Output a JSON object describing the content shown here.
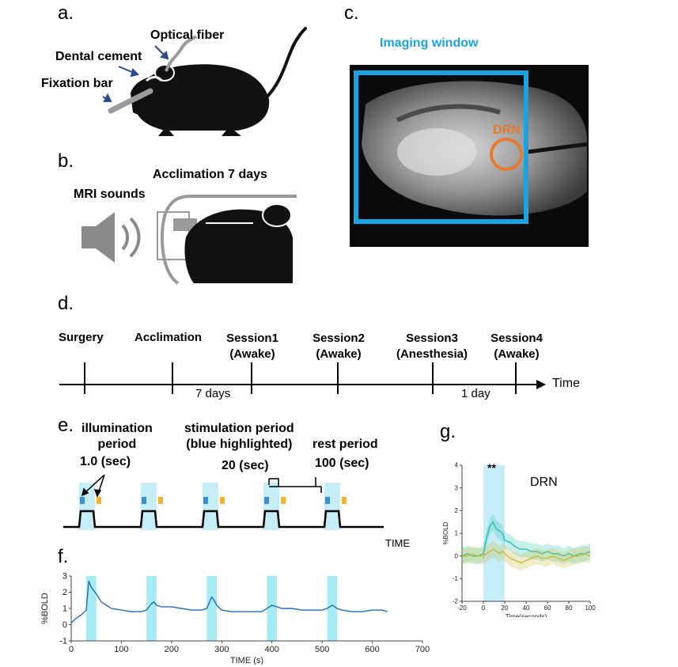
{
  "panels": {
    "a": {
      "letter": "a.",
      "labels": {
        "optical_fiber": "Optical fiber",
        "dental_cement": "Dental cement",
        "fixation_bar": "Fixation bar"
      }
    },
    "b": {
      "letter": "b.",
      "labels": {
        "acclimation": "Acclimation 7 days",
        "mri_sounds": "MRI sounds"
      }
    },
    "c": {
      "letter": "c.",
      "labels": {
        "imaging_window": "Imaging window",
        "drn": "DRN"
      }
    },
    "d": {
      "letter": "d.",
      "events": [
        {
          "line1": "Surgery",
          "line2": ""
        },
        {
          "line1": "Acclimation",
          "line2": ""
        },
        {
          "line1": "Session1",
          "line2": "(Awake)"
        },
        {
          "line1": "Session2",
          "line2": "(Awake)"
        },
        {
          "line1": "Session3",
          "line2": "(Anesthesia)"
        },
        {
          "line1": "Session4",
          "line2": "(Awake)"
        }
      ],
      "interval_7days": "7 days",
      "interval_1day": "1 day",
      "axis_label": "Time"
    },
    "e": {
      "letter": "e.",
      "illumination": {
        "line1": "illumination",
        "line2": "period",
        "value": "1.0 (sec)"
      },
      "stimulation": {
        "line1": "stimulation period",
        "line2": "(blue highlighted)",
        "value": "20 (sec)"
      },
      "rest": {
        "line1": "rest period",
        "value": "100 (sec)"
      },
      "axis_label": "TIME"
    },
    "f": {
      "letter": "f."
    },
    "g": {
      "letter": "g.",
      "region_label": "DRN",
      "significance": "**"
    }
  },
  "colors": {
    "highlight": "#a6ecf5",
    "trace_blue": "#1f6fb5",
    "trace_cyan": "#1fbfb0",
    "trace_yellow": "#c8b830",
    "window_blue": "#1aa3e0",
    "drn_orange": "#e8792d",
    "marker_blue": "#3a8fd0",
    "marker_yellow": "#f2b72e"
  },
  "chart_data": [
    {
      "type": "line",
      "panel": "f",
      "xlabel": "TIME (s)",
      "ylabel": "%BOLD",
      "xlim": [
        0,
        700
      ],
      "ylim": [
        -1,
        3
      ],
      "xticks": [
        0,
        100,
        200,
        300,
        400,
        500,
        600,
        700
      ],
      "yticks": [
        -1,
        0,
        1,
        2,
        3
      ],
      "stim_periods": [
        [
          30,
          50
        ],
        [
          150,
          170
        ],
        [
          270,
          290
        ],
        [
          390,
          410
        ],
        [
          510,
          530
        ]
      ],
      "series": [
        {
          "x": [
            0,
            10,
            20,
            30,
            35,
            40,
            50,
            60,
            70,
            80,
            100,
            120,
            140,
            150,
            160,
            165,
            170,
            180,
            200,
            220,
            240,
            260,
            270,
            280,
            285,
            290,
            300,
            320,
            340,
            360,
            380,
            390,
            400,
            410,
            420,
            440,
            460,
            480,
            500,
            510,
            520,
            530,
            540,
            560,
            580,
            600,
            620,
            630
          ],
          "values": [
            0.1,
            0.4,
            0.6,
            0.9,
            2.7,
            2.3,
            1.9,
            1.4,
            1.2,
            1.0,
            0.9,
            0.8,
            0.8,
            0.9,
            1.3,
            1.4,
            1.2,
            1.1,
            1.1,
            1.0,
            0.9,
            0.9,
            1.0,
            1.7,
            1.5,
            1.2,
            0.9,
            0.8,
            0.8,
            0.8,
            0.8,
            1.0,
            1.2,
            1.1,
            1.0,
            1.0,
            0.9,
            0.9,
            0.9,
            1.0,
            1.2,
            1.0,
            0.9,
            0.8,
            0.8,
            0.9,
            0.9,
            0.8
          ]
        }
      ]
    },
    {
      "type": "line",
      "panel": "g",
      "xlabel": "Time(seconds)",
      "ylabel": "%BOLD",
      "xlim": [
        -20,
        100
      ],
      "ylim": [
        -2,
        4
      ],
      "xticks": [
        -20,
        0,
        20,
        40,
        60,
        80,
        100
      ],
      "yticks": [
        -2,
        -1,
        0,
        1,
        2,
        3,
        4
      ],
      "stim_period": [
        0,
        20
      ],
      "series": [
        {
          "x": [
            -20,
            -15,
            -10,
            -5,
            0,
            3,
            6,
            9,
            12,
            15,
            18,
            20,
            25,
            30,
            35,
            40,
            45,
            50,
            55,
            60,
            65,
            70,
            75,
            80,
            85,
            90,
            95,
            100
          ],
          "values": [
            0.0,
            0.1,
            0.0,
            0.0,
            0.1,
            0.8,
            1.3,
            1.5,
            1.2,
            1.1,
            1.0,
            0.7,
            0.6,
            0.4,
            0.3,
            0.3,
            0.2,
            0.2,
            0.1,
            0.2,
            0.1,
            0.1,
            0.0,
            0.1,
            0.0,
            0.1,
            0.1,
            0.2
          ]
        },
        {
          "x": [
            -20,
            -15,
            -10,
            -5,
            0,
            3,
            6,
            9,
            12,
            15,
            18,
            20,
            25,
            30,
            35,
            40,
            45,
            50,
            55,
            60,
            65,
            70,
            75,
            80,
            85,
            90,
            95,
            100
          ],
          "values": [
            0.0,
            0.0,
            0.1,
            0.0,
            0.0,
            0.1,
            0.2,
            0.3,
            0.2,
            0.1,
            0.2,
            0.1,
            -0.1,
            -0.2,
            -0.3,
            -0.2,
            -0.1,
            0.0,
            -0.1,
            -0.1,
            0.0,
            -0.1,
            -0.2,
            -0.1,
            0.0,
            0.0,
            0.1,
            0.0
          ]
        }
      ]
    }
  ]
}
